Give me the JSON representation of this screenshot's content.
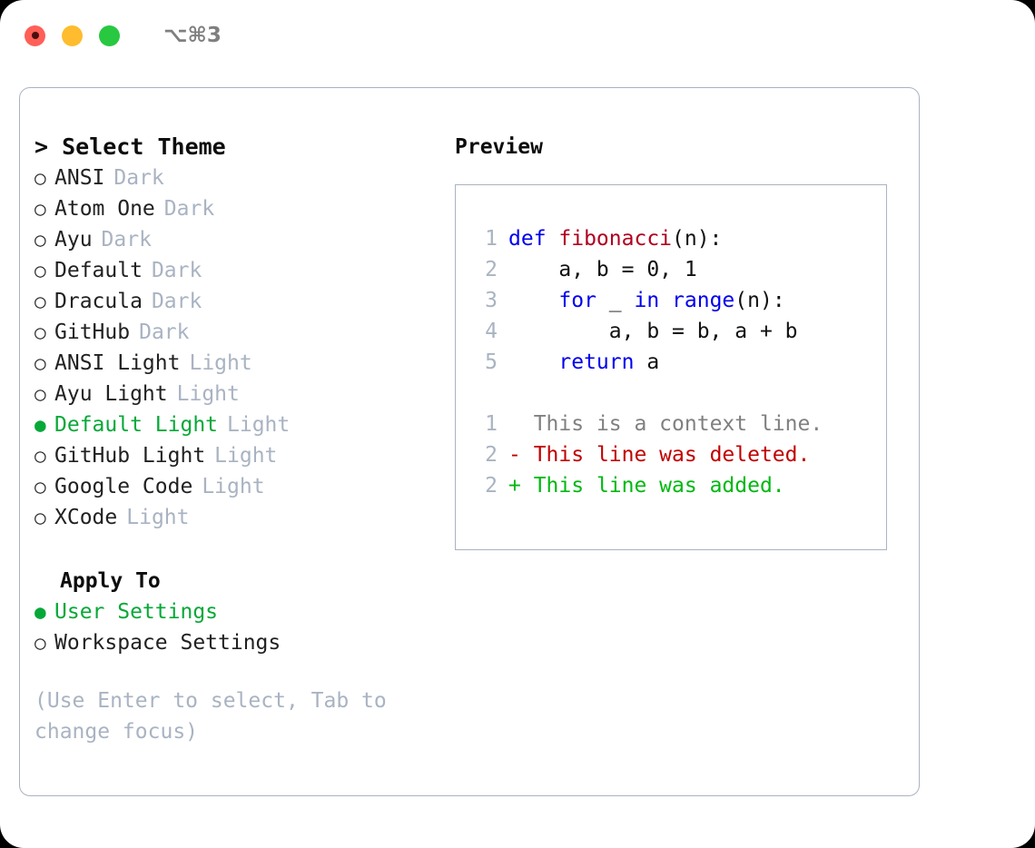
{
  "window": {
    "shortcut": "⌥⌘3",
    "lights": [
      {
        "name": "close-button",
        "color": "#ff5f57"
      },
      {
        "name": "minimize-button",
        "color": "#febc2e"
      },
      {
        "name": "maximize-button",
        "color": "#28c840"
      }
    ]
  },
  "left": {
    "heading": "> Select Theme",
    "themes": [
      {
        "bullet": "○",
        "label": "ANSI",
        "tag": "Dark",
        "selected": false
      },
      {
        "bullet": "○",
        "label": "Atom One",
        "tag": "Dark",
        "selected": false
      },
      {
        "bullet": "○",
        "label": "Ayu",
        "tag": "Dark",
        "selected": false
      },
      {
        "bullet": "○",
        "label": "Default",
        "tag": "Dark",
        "selected": false
      },
      {
        "bullet": "○",
        "label": "Dracula",
        "tag": "Dark",
        "selected": false
      },
      {
        "bullet": "○",
        "label": "GitHub",
        "tag": "Dark",
        "selected": false
      },
      {
        "bullet": "○",
        "label": "ANSI Light",
        "tag": "Light",
        "selected": false
      },
      {
        "bullet": "○",
        "label": "Ayu Light",
        "tag": "Light",
        "selected": false
      },
      {
        "bullet": "●",
        "label": "Default Light",
        "tag": "Light",
        "selected": true
      },
      {
        "bullet": "○",
        "label": "GitHub Light",
        "tag": "Light",
        "selected": false
      },
      {
        "bullet": "○",
        "label": "Google Code",
        "tag": "Light",
        "selected": false
      },
      {
        "bullet": "○",
        "label": "XCode",
        "tag": "Light",
        "selected": false
      }
    ],
    "apply_heading": "Apply To",
    "apply_options": [
      {
        "bullet": "●",
        "label": "User Settings",
        "selected": true
      },
      {
        "bullet": "○",
        "label": "Workspace Settings",
        "selected": false
      }
    ],
    "hint": "(Use Enter to select, Tab to change focus)"
  },
  "right": {
    "title": "Preview",
    "code_lines": [
      {
        "num": "1",
        "tokens": [
          {
            "t": "def ",
            "c": "kw"
          },
          {
            "t": "fibonacci",
            "c": "fn"
          },
          {
            "t": "(n):",
            "c": "plain"
          }
        ]
      },
      {
        "num": "2",
        "tokens": [
          {
            "t": "    a, b = 0, 1",
            "c": "plain"
          }
        ]
      },
      {
        "num": "3",
        "tokens": [
          {
            "t": "    ",
            "c": "plain"
          },
          {
            "t": "for ",
            "c": "kw"
          },
          {
            "t": "_ ",
            "c": "plain"
          },
          {
            "t": "in ",
            "c": "kw"
          },
          {
            "t": "range",
            "c": "kw"
          },
          {
            "t": "(n):",
            "c": "plain"
          }
        ]
      },
      {
        "num": "4",
        "tokens": [
          {
            "t": "        a, b = b, a + b",
            "c": "plain"
          }
        ]
      },
      {
        "num": "5",
        "tokens": [
          {
            "t": "    ",
            "c": "plain"
          },
          {
            "t": "return ",
            "c": "kw"
          },
          {
            "t": "a",
            "c": "plain"
          }
        ]
      }
    ],
    "diff_lines": [
      {
        "num": "1",
        "marker": "  ",
        "text": "This is a context line.",
        "kind": "ctx"
      },
      {
        "num": "2",
        "marker": "- ",
        "text": "This line was deleted.",
        "kind": "del"
      },
      {
        "num": "2",
        "marker": "+ ",
        "text": "This line was added.",
        "kind": "add"
      }
    ]
  },
  "colors": {
    "accent_green": "#06a838",
    "muted": "#a9b3c2",
    "keyword_blue": "#0000ee",
    "function_red": "#b00020",
    "diff_delete": "#c00000",
    "diff_add": "#00b810",
    "border": "#a9b3c2"
  }
}
